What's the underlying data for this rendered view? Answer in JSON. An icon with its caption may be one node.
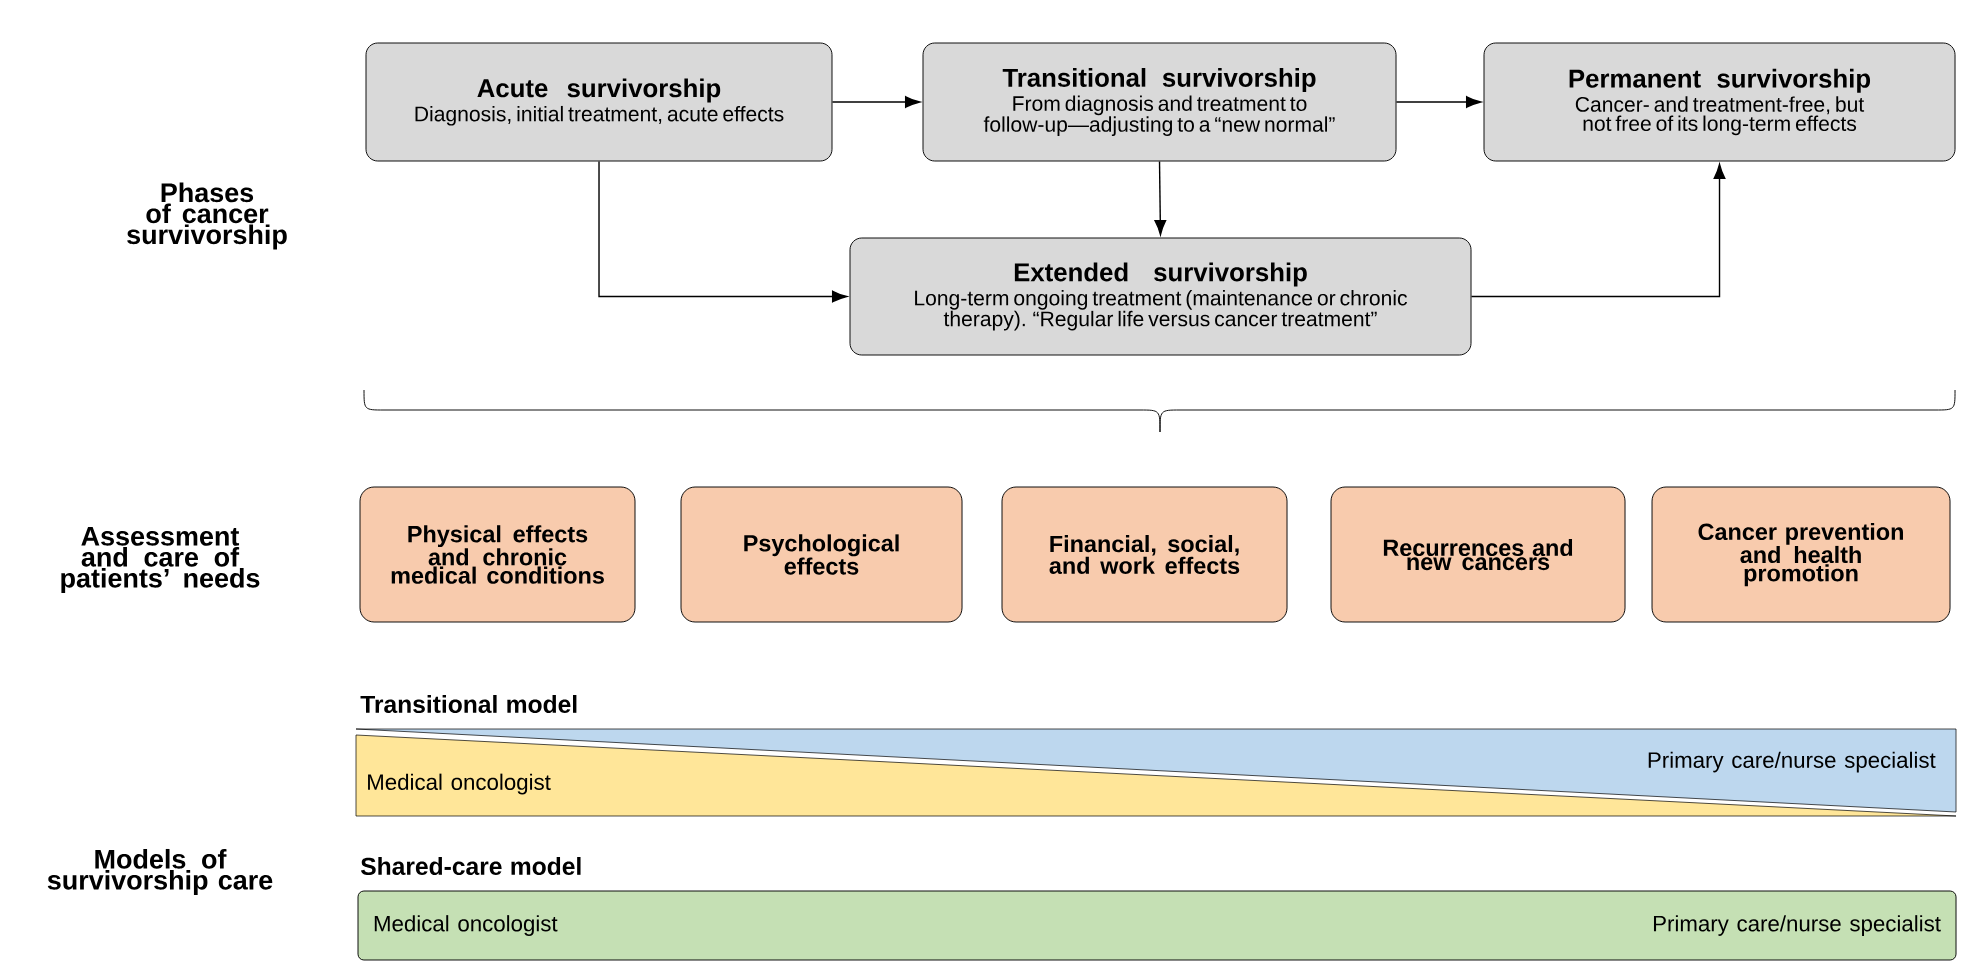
{
  "diagram": {
    "nodes": [
      {
        "text": [
          "Acute survivorship",
          "Diagnosis, initial treatment, acute effects"
        ]
      },
      {
        "text": [
          "Transitional survivorship",
          "From diagnosis and treatment to follow-up—adjusting to a “new normal”"
        ]
      },
      {
        "text": [
          "Permanent survivorship",
          "Cancer- and treatment-free, but not free of its long-term effects"
        ]
      },
      {
        "text": [
          "Extended survivorship",
          "Long-term ongoing treatment (maintenance or chronic therapy). “Regular life versus cancer treatment”"
        ]
      },
      {
        "text": [
          "Physical effects and chronic medical conditions"
        ]
      },
      {
        "text": [
          "Psychological effects"
        ]
      },
      {
        "text": [
          "Financial, social, and work effects"
        ]
      },
      {
        "text": [
          "Recurrences and new cancers"
        ]
      },
      {
        "text": [
          "Cancer prevention and health promotion"
        ]
      },
      {
        "text": [
          "Medical oncologist"
        ]
      },
      {
        "text": [
          "Primary care/nurse specialist"
        ]
      },
      {
        "text": [
          "Medical oncologist",
          "Primary care/nurse specialist"
        ]
      }
    ],
    "edges": [
      {
        "from": 0,
        "to": 1,
        "arrow": "to"
      },
      {
        "from": 1,
        "to": 2,
        "arrow": "to"
      },
      {
        "from": 1,
        "to": 3,
        "arrow": "to"
      },
      {
        "from": 0,
        "to": 3,
        "arrow": "to"
      },
      {
        "from": 3,
        "to": 2,
        "arrow": "to"
      }
    ],
    "labels": [
      "Phases of cancer survivorship",
      "Assessment and care of patients’ needs",
      "Transitional model",
      "Models of survivorship care",
      "Shared-care model"
    ]
  }
}
